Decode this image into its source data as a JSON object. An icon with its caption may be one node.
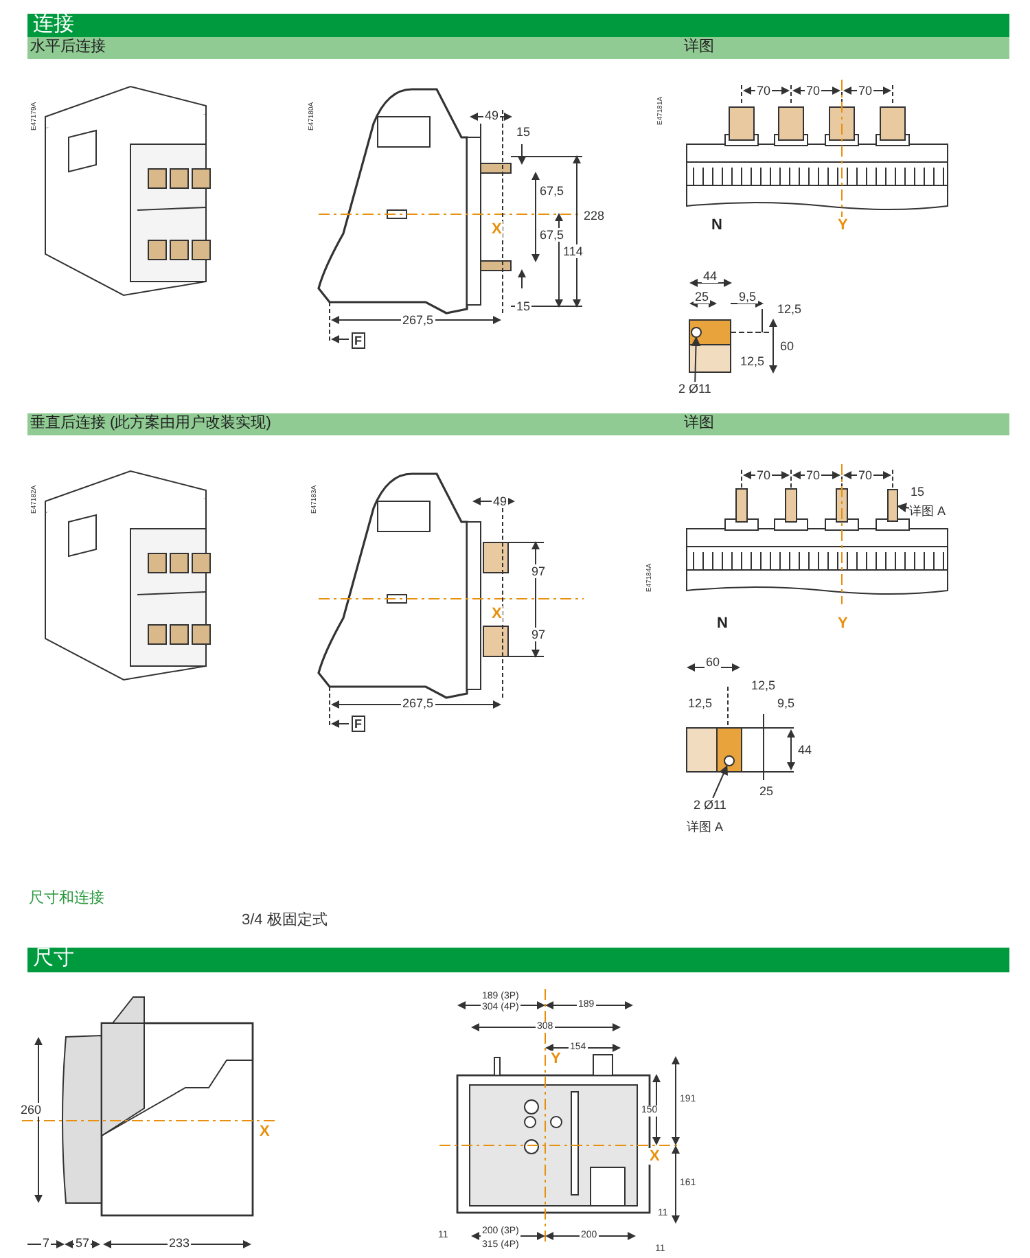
{
  "diagram": {
    "nodes": [
      {
        "text": [
          "连接"
        ]
      },
      {
        "text": [
          "水平后连接",
          "详图"
        ]
      },
      {
        "text": [
          "垂直后连接 (此方案由用户改装实现)",
          "详图"
        ]
      },
      {
        "text": [
          "尺寸"
        ]
      },
      {
        "text": [
          "2 Ø11"
        ]
      },
      {
        "text": [],
        "shape": "circle"
      },
      {
        "text": [
          "详图 A"
        ]
      },
      {
        "text": [],
        "shape": "bar"
      },
      {
        "text": [
          "2 Ø11"
        ]
      },
      {
        "text": [],
        "shape": "circle"
      }
    ],
    "edges": [
      {
        "from": 4,
        "to": 5,
        "arrow": "to"
      },
      {
        "from": 6,
        "to": 7,
        "arrow": "to"
      },
      {
        "from": 8,
        "to": 9,
        "arrow": "to"
      }
    ],
    "labels": [
      "E47179A",
      "E47180A",
      "49",
      "15",
      "67,5",
      "228",
      "X",
      "67,5",
      "114",
      "15",
      "267,5",
      "F",
      "E47181A",
      "70",
      "70",
      "70",
      "N",
      "Y",
      "44",
      "25",
      "9,5",
      "12,5",
      "60",
      "12,5",
      "E47182A",
      "E47183A",
      "49",
      "97",
      "X",
      "97",
      "267,5",
      "F",
      "70",
      "70",
      "70",
      "15",
      "E47184A",
      "N",
      "Y",
      "60",
      "12,5",
      "12,5",
      "9,5",
      "44",
      "25",
      "详图 A",
      "尺寸和连接",
      "3/4 极固定式",
      "260",
      "X",
      "7",
      "57",
      "233",
      "189 (3P)",
      "304 (4P)",
      "189",
      "308",
      "154",
      "Y",
      "191",
      "150",
      "X",
      "161",
      "11",
      "11",
      "200 (3P)",
      "315 (4P)",
      "200",
      "11"
    ]
  }
}
